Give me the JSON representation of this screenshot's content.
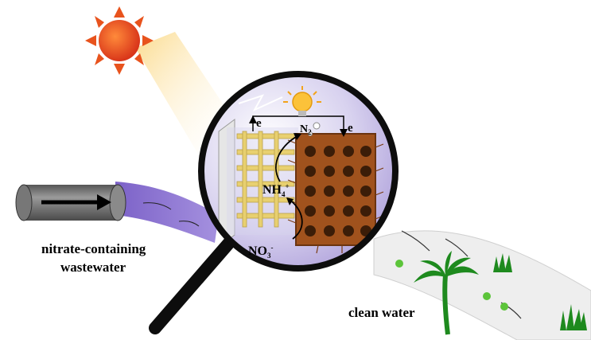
{
  "labels": {
    "inlet": [
      "nitrate-containing",
      "wastewater"
    ],
    "outlet": "clean water",
    "electron_left": "e",
    "electron_right": "e",
    "n2": "N",
    "n2_sub": "2",
    "nh4": "NH",
    "nh4_sub": "4",
    "nh4_sup": "+",
    "no3": "NO",
    "no3_sub": "3",
    "no3_sup": "-"
  },
  "colors": {
    "sun": "#e8531d",
    "water_inlet": "#8e76d2",
    "pipe": "#6b6b6b",
    "lens_ring": "#0d0d0d",
    "anode": "#e8d070",
    "cathode": "#a0521d",
    "electron": "#5a2a8a",
    "grass": "#1e8a1e",
    "outlet_water": "#eeeeee"
  },
  "icons": [
    "sun-icon",
    "light-bulb-icon",
    "magnifying-glass-icon",
    "pipe-icon",
    "palm-tree-icon",
    "grass-icon",
    "lightning-icon"
  ]
}
